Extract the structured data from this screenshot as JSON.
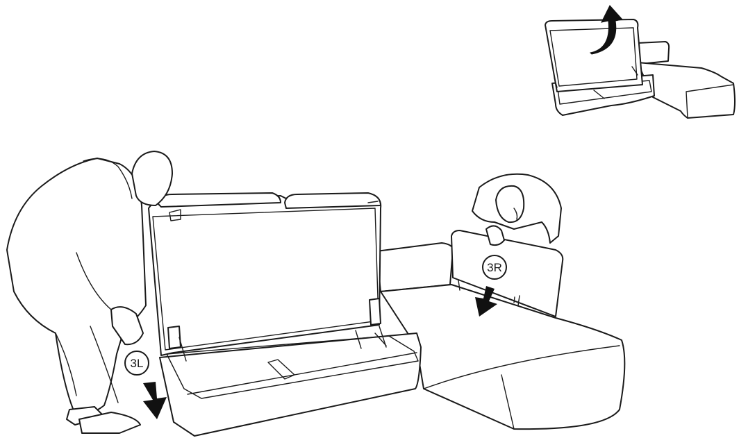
{
  "steps": {
    "left": {
      "label": "3L",
      "direction": "down"
    },
    "right": {
      "label": "3R",
      "direction": "down"
    }
  },
  "inset": {
    "action": "lift-seat-lid",
    "arrow": "curved-up"
  },
  "colors": {
    "line": "#1a1a1a",
    "background": "#ffffff",
    "arrow_fill": "#111111"
  }
}
